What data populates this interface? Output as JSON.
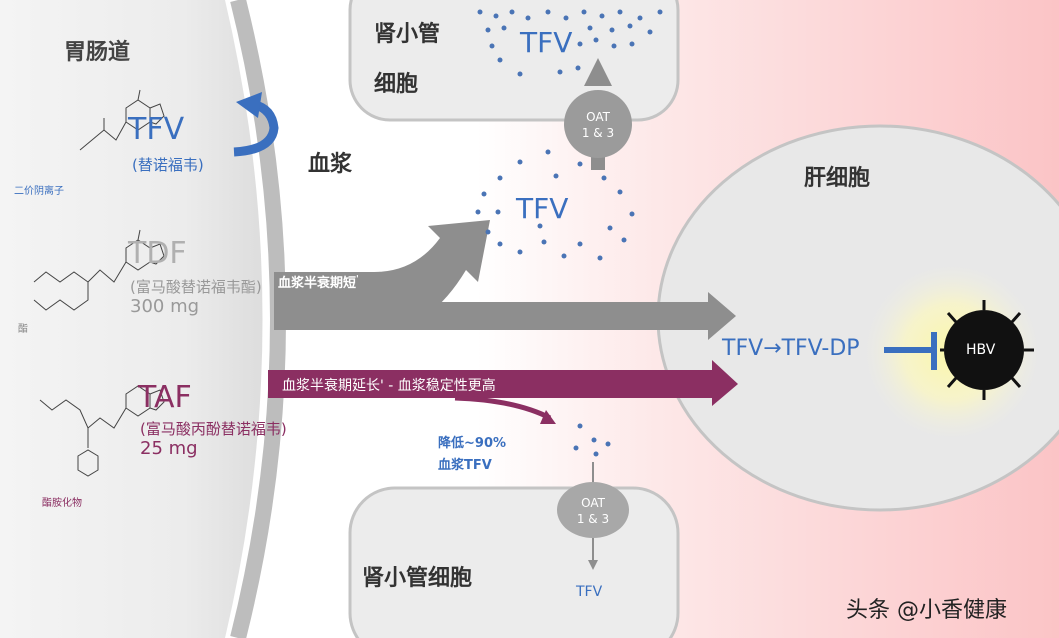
{
  "labels": {
    "gi_tract": "胃肠道",
    "plasma": "血浆",
    "kidney_top": [
      "肾小管",
      "细胞"
    ],
    "kidney_bottom": "肾小管细胞",
    "liver": "肝细胞"
  },
  "drugs": {
    "tfv": {
      "name": "TFV",
      "cn": "(替诺福韦)",
      "form": "二价阴离子"
    },
    "tdf": {
      "name": "TDF",
      "cn": "(富马酸替诺福韦酯)",
      "dose": "300 mg",
      "form": "酯"
    },
    "taf": {
      "name": "TAF",
      "cn": "(富马酸丙酚替诺福韦)",
      "dose": "25 mg",
      "form": "酯胺化物"
    }
  },
  "tfv_cloud_top": "TFV",
  "tfv_cloud_mid": "TFV",
  "oat_top": [
    "OAT",
    "1 & 3"
  ],
  "oat_bottom": [
    "OAT",
    "1 & 3"
  ],
  "tfv_bottom_out": "TFV",
  "tdf_arrow_text": "血浆半衰期短",
  "tdf_arrow_mark": "'",
  "taf_arrow_text": "血浆半衰期延长' - 血浆稳定性更高",
  "reduce_text": [
    "降低~90%",
    "血浆TFV"
  ],
  "conversion": "TFV→TFV-DP",
  "hbv": "HBV",
  "watermark": "头条 @小香健康",
  "colors": {
    "tfv_blue": "#3a6fbf",
    "tdf_gray": "#999999",
    "taf_purple": "#8b2f62",
    "arrow_gray": "#8e8e8e"
  }
}
